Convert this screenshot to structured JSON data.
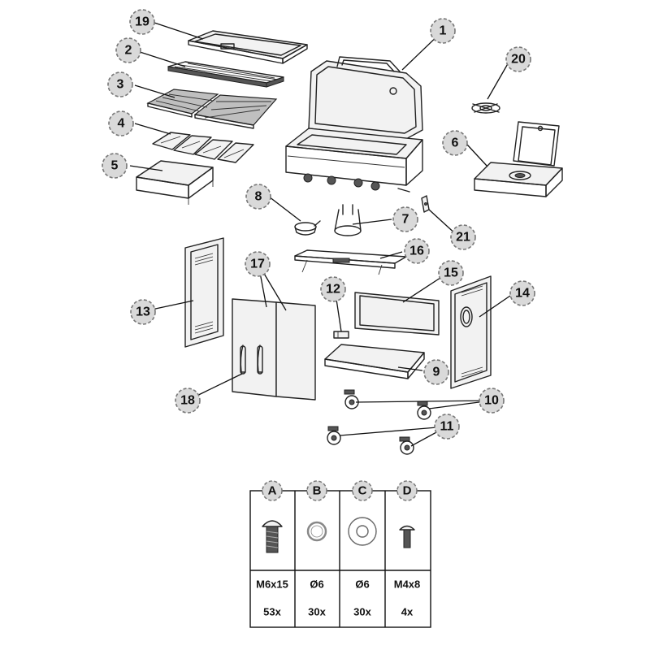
{
  "callouts": [
    "1",
    "2",
    "3",
    "4",
    "5",
    "6",
    "7",
    "8",
    "9",
    "10",
    "11",
    "12",
    "13",
    "14",
    "15",
    "16",
    "17",
    "18",
    "19",
    "20",
    "21"
  ],
  "hardware": [
    {
      "letter": "A",
      "spec": "M6x15",
      "qty": "53x",
      "icon": "bolt-icon"
    },
    {
      "letter": "B",
      "spec": "Ø6",
      "qty": "30x",
      "icon": "lock-washer-icon"
    },
    {
      "letter": "C",
      "spec": "Ø6",
      "qty": "30x",
      "icon": "flat-washer-icon"
    },
    {
      "letter": "D",
      "spec": "M4x8",
      "qty": "4x",
      "icon": "screw-icon"
    }
  ]
}
